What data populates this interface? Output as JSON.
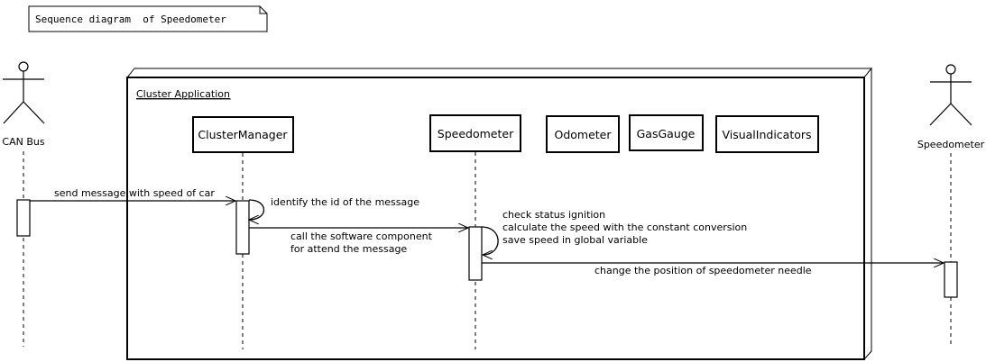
{
  "title_note": "Sequence diagram  of Speedometer",
  "frame": {
    "label": "Cluster Application"
  },
  "actors": {
    "left": {
      "name": "CAN Bus"
    },
    "right": {
      "name": "Speedometer"
    }
  },
  "components": {
    "cluster_manager": "ClusterManager",
    "speedometer": "Speedometer",
    "odometer": "Odometer",
    "gas_gauge": "GasGauge",
    "visual_indicators": "VisualIndicators"
  },
  "messages": {
    "m1": "send message with speed of car",
    "self1": "identify the id of the message",
    "m2_line1": "call the software component",
    "m2_line2": "for attend the message",
    "self2_line1": "check status ignition",
    "self2_line2": "calculate the speed with the constant conversion",
    "self2_line3": "save speed in global variable",
    "m3": "change the position of speedometer needle"
  }
}
